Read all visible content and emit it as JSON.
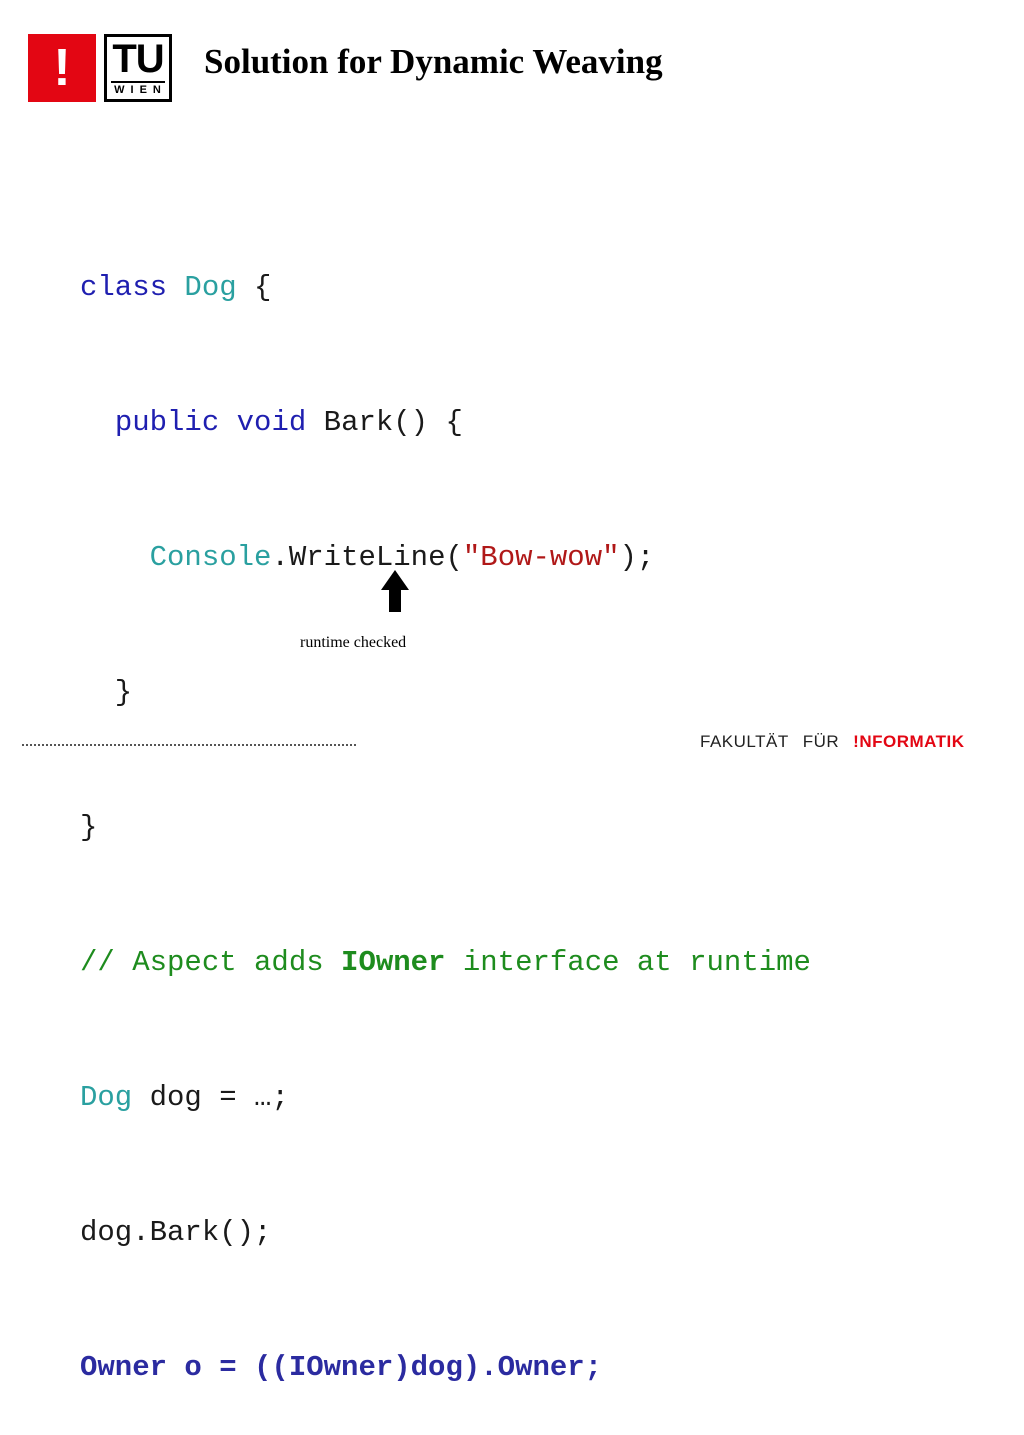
{
  "header": {
    "logo_excl": "!",
    "logo_tu": "TU",
    "logo_wien": "WIEN",
    "title": "Solution for Dynamic Weaving"
  },
  "code": {
    "line1": {
      "kw": "class",
      "sp": " ",
      "type": "Dog",
      "rest": " {"
    },
    "line2": {
      "indent": "  ",
      "kw1": "public",
      "sp1": " ",
      "kw2": "void",
      "rest": " Bark() {"
    },
    "line3": {
      "indent": "    ",
      "type": "Console",
      "rest1": ".WriteLine(",
      "str": "\"Bow-wow\"",
      "rest2": ");"
    },
    "line4": {
      "text": "  }"
    },
    "line5": {
      "text": "}"
    },
    "line6": {
      "cmt1": "// Aspect adds ",
      "cmt_bold": "IOwner",
      "cmt2": " interface at runtime"
    },
    "line7": {
      "type": "Dog",
      "rest": " dog = …;"
    },
    "line8": {
      "text": "dog.Bark();"
    },
    "line9": {
      "text": "Owner o = ((IOwner)dog).Owner;"
    }
  },
  "annotation": {
    "note": "runtime checked",
    "arrow_icon": "up-arrow-icon"
  },
  "footer": {
    "fakultaet": "FAKULTÄT",
    "fuer": "FÜR",
    "informatik": "!NFORMATIK"
  },
  "colors": {
    "keyword": "#1f1fb0",
    "type": "#2aa0a0",
    "string": "#b01818",
    "comment": "#1e8c1e",
    "accent_red": "#e30613"
  }
}
